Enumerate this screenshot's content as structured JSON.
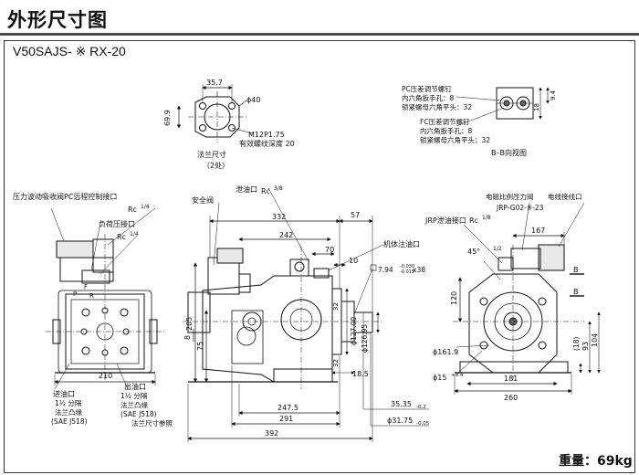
{
  "header": {
    "title": "外形尺寸图"
  },
  "model": "V50SAJS- ※ RX-20",
  "weight": "重量：69kg",
  "flange": {
    "dims": [
      "35.7",
      "ϕ40",
      "69.9",
      "M12P1.75",
      "有效螺纹深度 20"
    ],
    "label": "法兰尺寸",
    "qty": "（2处）"
  },
  "bb_view": {
    "pc_label": "PC压差调节螺钉",
    "pc_l1": "内六角扳手孔：8",
    "pc_l2": "锁紧螺母六角平头：32",
    "fc_label": "FC压差调节螺钉",
    "fc_l1": "内六角扳手孔：8",
    "fc_l2": "锁紧螺母六角平头：32",
    "caption": "B–B向视图",
    "d1": "18",
    "d2": "9.4"
  },
  "left_view": {
    "l_surge": "压力波动吸收阀PC远程控制接口",
    "rc": "Rc",
    "r14": "1/4",
    "l_neg": "负荷压接口",
    "d210": "210",
    "l_inlet": "进油口",
    "l_inlet2": "1½ 分隔",
    "l_inlet3": "法兰凸缘",
    "l_inlet4": "(SAE  J518)",
    "l_outlet": "出油口",
    "l_outlet2": "1½ 分隔",
    "l_outlet3": "法兰凸缘",
    "l_outlet4": "(SAE  J518)",
    "l_flangeref": "法兰尺寸参照",
    "letters": [
      "F",
      "P",
      "R"
    ]
  },
  "side_view": {
    "l_safety": "安全阀",
    "l_drain": "泄油口",
    "rc38": "3/8",
    "d332": "332",
    "d57": "57",
    "d242": "242",
    "d70": "70",
    "d10": "10",
    "l_body_drain": "机体注油口",
    "key": "7.94",
    "key_tol_u": "-0.030",
    "key_tol_l": "-0.015",
    "key_len": "x38",
    "d205": "205",
    "d75": "75",
    "d8": "8",
    "d32a": "32",
    "d32b": "32",
    "d127": "ϕ127.00",
    "d12695": "ϕ126.95",
    "d185": "18.5",
    "d2475": "247.5",
    "d291": "291",
    "d392": "392",
    "d3535": "35.35",
    "d3535_tol": "-0.2",
    "d3175": "ϕ31.75",
    "d3175_tol": "-0.05"
  },
  "end_view": {
    "l_solenoid": "电磁比例压力阀",
    "l_wire": "电线接线口",
    "l_jrp_drain": "JRP泄油接口",
    "rc": "Rc",
    "r18": "1/8",
    "jrp": "JRP-G02-※-23",
    "d167": "167",
    "angle": "45°",
    "r12": "1/2",
    "d120": "120",
    "d1619": "ϕ161.9",
    "d15": "ϕ15",
    "d15tol": "+0.4",
    "d181": "181",
    "d260": "260",
    "d18": "(18)",
    "d93": "93",
    "d104": "104",
    "b1": "B",
    "b2": "B"
  }
}
